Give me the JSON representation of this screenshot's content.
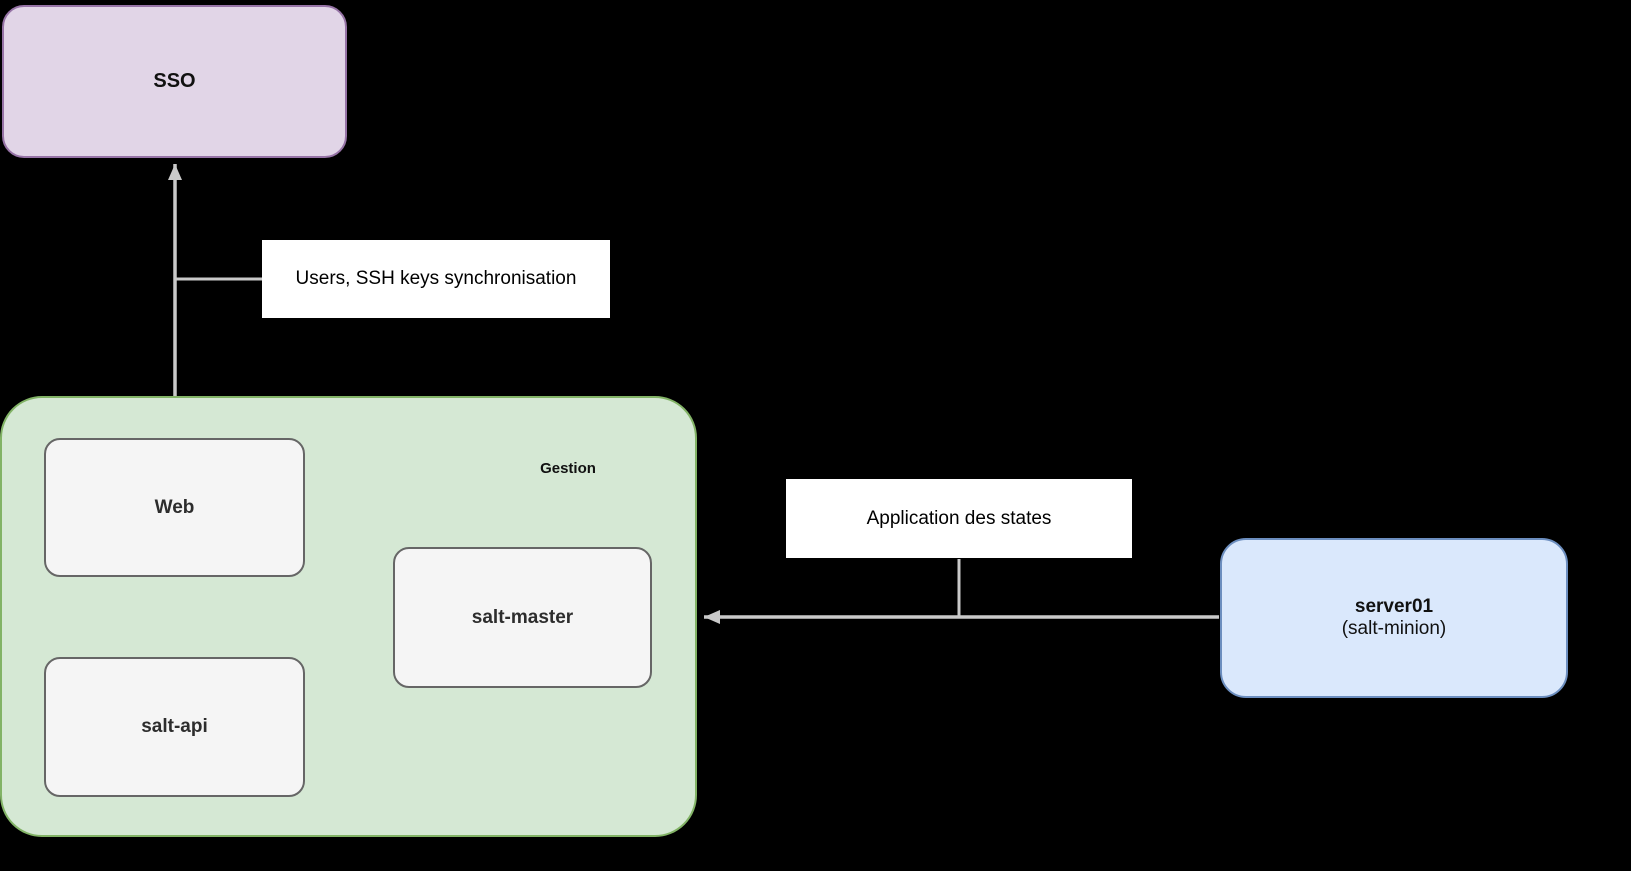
{
  "diagram": {
    "type": "architecture-diagram",
    "background_color": "#000000",
    "nodes": {
      "sso": {
        "label": "SSO",
        "fill": "#e1d5e7",
        "border": "#9673a6"
      },
      "gestion": {
        "label": "Gestion",
        "fill": "#d5e8d4",
        "border": "#82b366"
      },
      "web": {
        "label": "Web",
        "fill": "#f5f5f5",
        "border": "#666666"
      },
      "salt_api": {
        "label": "salt-api",
        "fill": "#f5f5f5",
        "border": "#666666"
      },
      "salt_master": {
        "label": "salt-master",
        "fill": "#f5f5f5",
        "border": "#666666"
      },
      "server01": {
        "title": "server01",
        "subtitle": "(salt-minion)",
        "fill": "#dae8fc",
        "border": "#6c8ebf"
      }
    },
    "edge_labels": {
      "sync": "Users, SSH keys synchronisation",
      "states": "Application des states"
    },
    "edges": [
      {
        "from": "gestion",
        "to": "sso",
        "color": "#c9c9c9"
      },
      {
        "from": "salt_api",
        "to": "web",
        "color": "#000000"
      },
      {
        "from": "salt_master",
        "to": "web",
        "color": "#000000"
      },
      {
        "from": "salt_master",
        "to": "salt_api",
        "color": "#000000"
      },
      {
        "from": "server01",
        "to": "gestion",
        "color": "#c9c9c9"
      }
    ],
    "edge_colors": {
      "gray": "#c9c9c9",
      "black": "#000000"
    }
  }
}
